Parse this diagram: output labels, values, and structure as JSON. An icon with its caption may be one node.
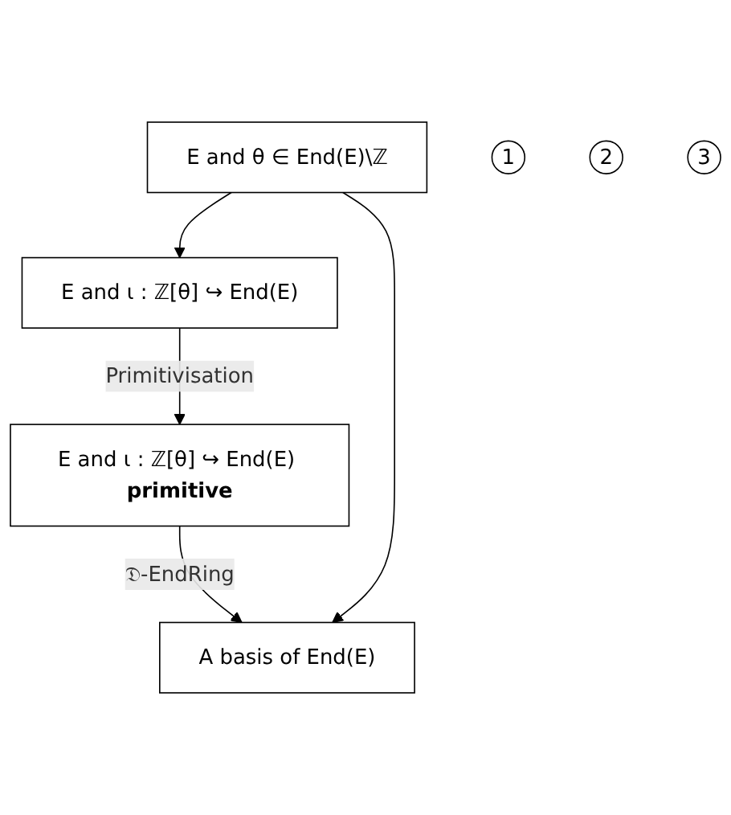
{
  "diagram": {
    "nodes": [
      {
        "text": [
          "E and θ ∈ End(E)\\ℤ"
        ]
      },
      {
        "text": [
          "E and ι : ℤ[θ] ↪ End(E)"
        ]
      },
      {
        "text": [
          "E and ι : ℤ[θ] ↪ End(E) **primitive**"
        ]
      },
      {
        "text": [
          "A basis of End(E)"
        ]
      },
      {
        "text": [
          "1"
        ]
      },
      {
        "text": [
          "2"
        ]
      },
      {
        "text": [
          "3"
        ]
      }
    ],
    "edges": [
      {
        "from": 0,
        "to": 1,
        "arrow": "to"
      },
      {
        "from": 1,
        "to": 2,
        "arrow": "to",
        "label": "Primitivisation"
      },
      {
        "from": 2,
        "to": 3,
        "arrow": "to",
        "label": "𝔇-EndRing"
      },
      {
        "from": 0,
        "to": 3,
        "arrow": "to"
      }
    ]
  }
}
